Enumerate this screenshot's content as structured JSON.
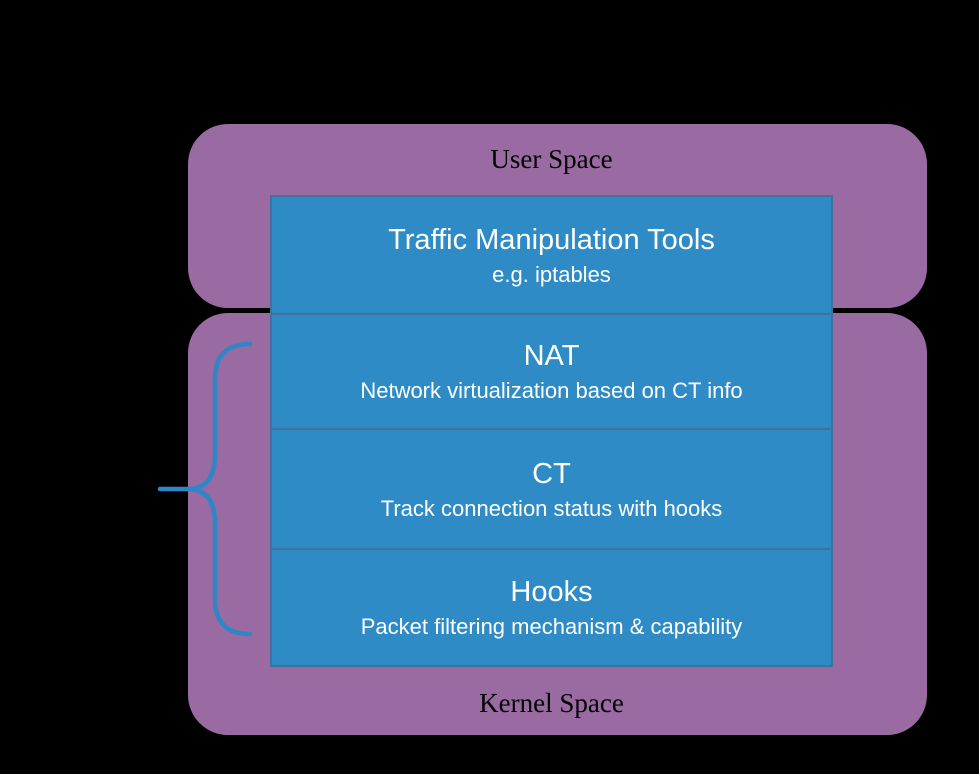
{
  "diagram_title": "Netfilter user/kernel space stack",
  "colors": {
    "background": "#000000",
    "panel_purple": "#9A6AA3",
    "box_blue": "#2E8BC5",
    "box_border": "#41719C",
    "brace_blue": "#2F86C6",
    "box_text": "#FFFFFF",
    "label_text": "#000000"
  },
  "user_space": {
    "label": "User Space"
  },
  "kernel_space": {
    "label": "Kernel Space"
  },
  "stack": {
    "boxes": [
      {
        "title": "Traffic Manipulation Tools",
        "subtitle": "e.g. iptables"
      },
      {
        "title": "NAT",
        "subtitle": "Network virtualization based on CT info"
      },
      {
        "title": "CT",
        "subtitle": "Track connection status with hooks"
      },
      {
        "title": "Hooks",
        "subtitle": "Packet filtering mechanism & capability"
      }
    ]
  },
  "brace": {
    "description": "left curly brace grouping NAT, CT and Hooks"
  }
}
